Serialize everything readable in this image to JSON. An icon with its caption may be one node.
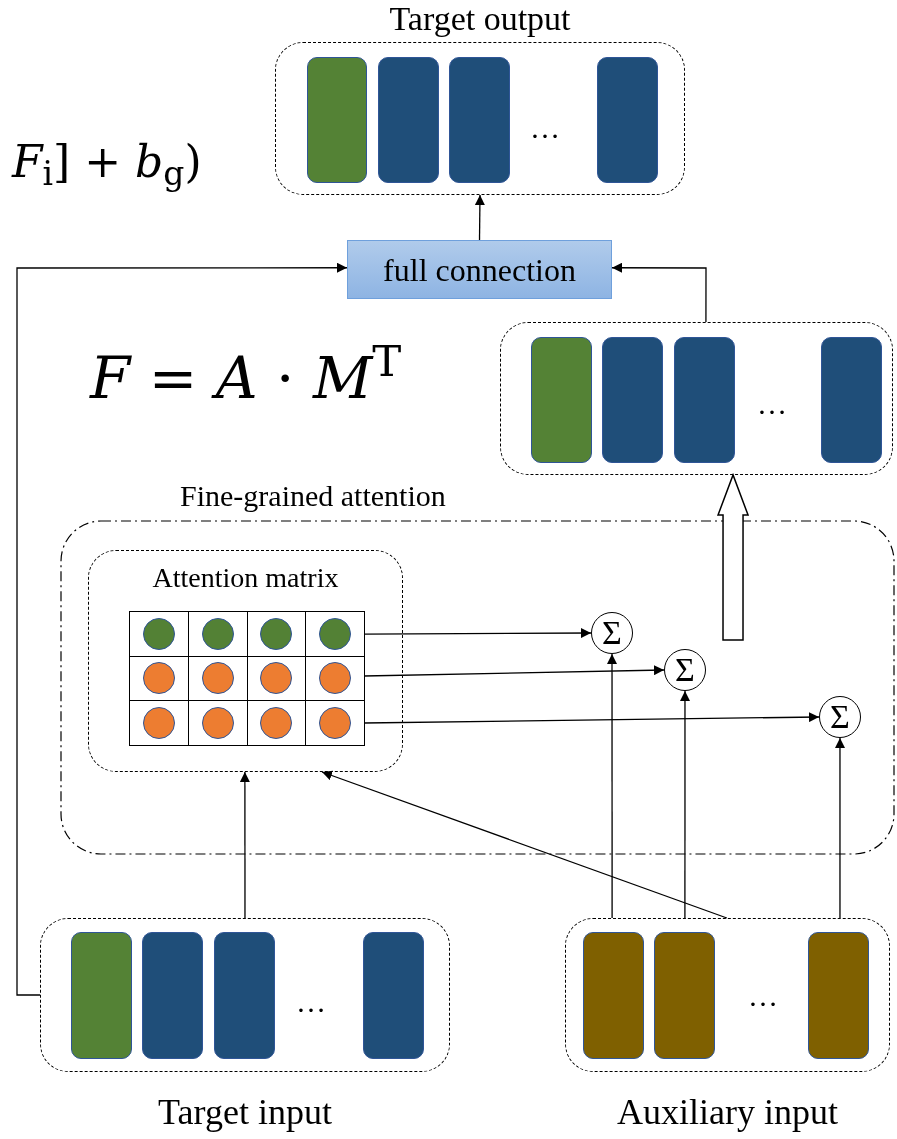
{
  "diagram": {
    "nodes": [
      {
        "text": [
          "Target output"
        ]
      },
      {
        "text": [],
        "shape": "bar",
        "in": 0
      },
      {
        "text": [],
        "shape": "bar",
        "in": 0
      },
      {
        "text": [],
        "shape": "bar",
        "in": 0
      },
      {
        "text": [],
        "shape": "bar",
        "in": 0
      },
      {
        "text": [
          "full connection"
        ]
      },
      {
        "text": [],
        "shape": "box"
      },
      {
        "text": [],
        "shape": "bar",
        "in": 6
      },
      {
        "text": [],
        "shape": "bar",
        "in": 6
      },
      {
        "text": [],
        "shape": "bar",
        "in": 6
      },
      {
        "text": [],
        "shape": "bar",
        "in": 6
      },
      {
        "text": [
          "Fine-grained attention"
        ]
      },
      {
        "text": [
          "Attention matrix"
        ],
        "in": 11
      },
      {
        "text": [],
        "shape": "box",
        "in": 12
      },
      {
        "text": [
          "Σ"
        ],
        "in": 11
      },
      {
        "text": [
          "Σ"
        ],
        "in": 11
      },
      {
        "text": [
          "Σ"
        ],
        "in": 11
      },
      {
        "text": [
          "Target input"
        ]
      },
      {
        "text": [],
        "shape": "bar",
        "in": 17
      },
      {
        "text": [],
        "shape": "bar",
        "in": 17
      },
      {
        "text": [],
        "shape": "bar",
        "in": 17
      },
      {
        "text": [],
        "shape": "bar",
        "in": 17
      },
      {
        "text": [
          "Auxiliary input"
        ]
      },
      {
        "text": [],
        "shape": "bar",
        "in": 22
      },
      {
        "text": [],
        "shape": "bar",
        "in": 22
      },
      {
        "text": [],
        "shape": "bar",
        "in": 22
      }
    ],
    "edges": [
      {
        "from": 5,
        "to": 0,
        "arrow": "to"
      },
      {
        "from": 17,
        "to": 5,
        "arrow": "to"
      },
      {
        "from": 6,
        "to": 5,
        "arrow": "to"
      },
      {
        "from": 11,
        "to": 6,
        "arrow": "to",
        "style": "thick"
      },
      {
        "from": 13,
        "to": 14,
        "arrow": "to"
      },
      {
        "from": 13,
        "to": 15,
        "arrow": "to"
      },
      {
        "from": 13,
        "to": 16,
        "arrow": "to"
      },
      {
        "from": 17,
        "to": 12,
        "arrow": "to"
      },
      {
        "from": 22,
        "to": 12,
        "arrow": "to"
      },
      {
        "from": 22,
        "to": 14,
        "arrow": "to"
      },
      {
        "from": 22,
        "to": 15,
        "arrow": "to"
      },
      {
        "from": 22,
        "to": 16,
        "arrow": "to"
      }
    ],
    "labels": [
      "…",
      "*F*$_{i}$] + *b*$_{g}$)",
      "*F* = *A* · *M*$^{T}$",
      "…",
      "…",
      "…"
    ]
  }
}
